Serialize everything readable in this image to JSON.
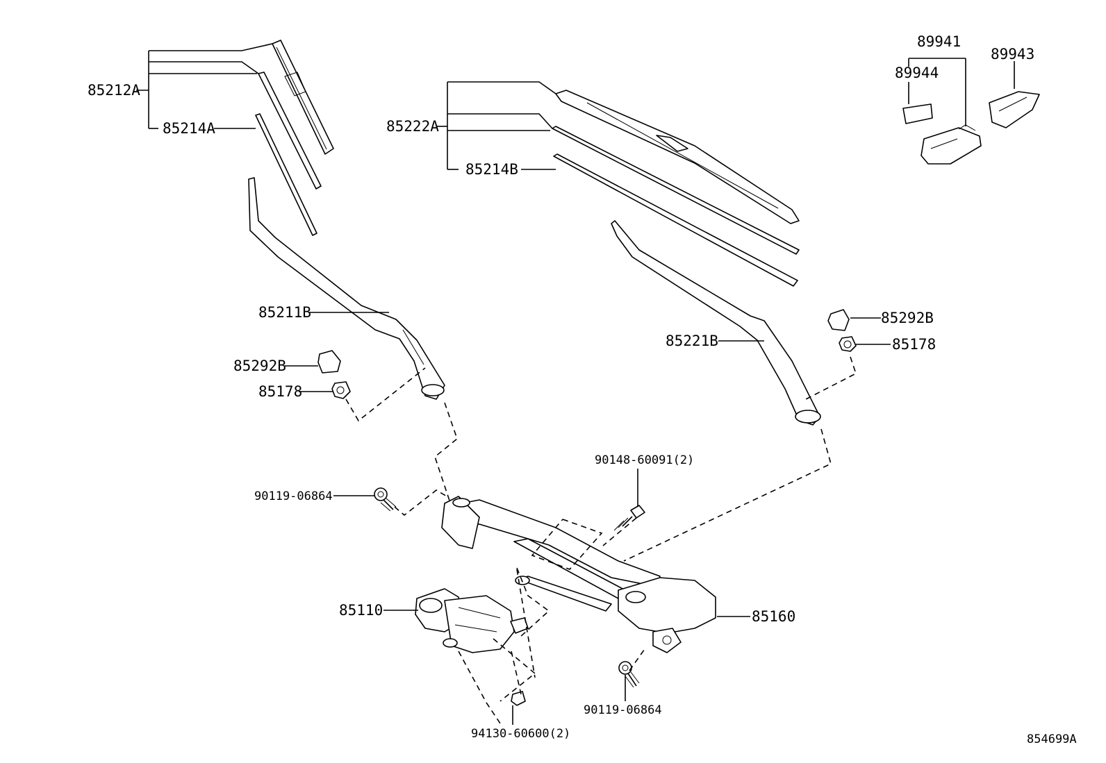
{
  "labels": {
    "p85212A": "85212A",
    "p85214A": "85214A",
    "p85222A": "85222A",
    "p85214B": "85214B",
    "p85211B": "85211B",
    "p85221B": "85221B",
    "p85292B_left": "85292B",
    "p85178_left": "85178",
    "p85292B_right": "85292B",
    "p85178_right": "85178",
    "p89941": "89941",
    "p89943": "89943",
    "p89944": "89944",
    "p90148": "90148-60091(2)",
    "p90119_top": "90119-06864",
    "p85110": "85110",
    "p85160": "85160",
    "p90119_bottom": "90119-06864",
    "p94130": "94130-60600(2)",
    "diagram_id": "854699A"
  }
}
